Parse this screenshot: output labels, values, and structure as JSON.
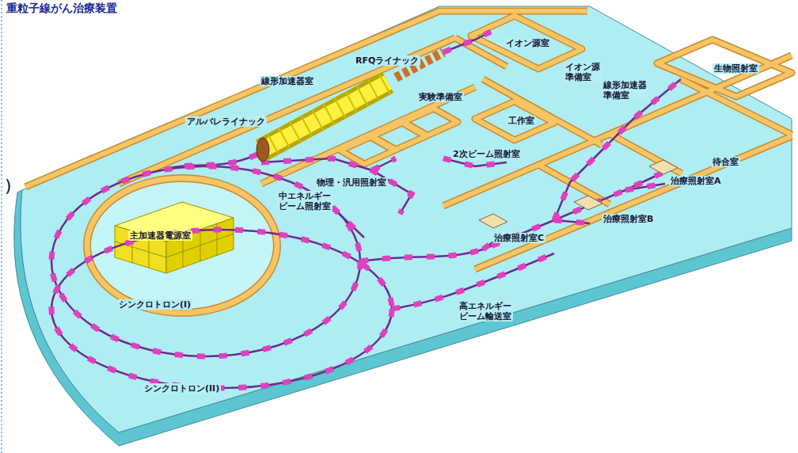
{
  "diagram": {
    "title": "重粒子線がん治療装置",
    "labels": [
      "RFQライナック",
      "イオン源室",
      "イオン源 準備室",
      "線形加速器室",
      "実験準備室",
      "線形加速器 準備室",
      "生物照射室",
      "アルバレライナック",
      "工作室",
      "2次ビーム照射室",
      "待合室",
      "物理・汎用照射室",
      "中エネルギー ビーム照射室",
      "治療照射室A",
      ")",
      "主加速器電源室",
      "治療照射室B",
      "治療照射室C",
      "シンクロトロン(I)",
      "高エネルギー ビーム輸送室",
      "シンクロトロン(II)"
    ]
  }
}
